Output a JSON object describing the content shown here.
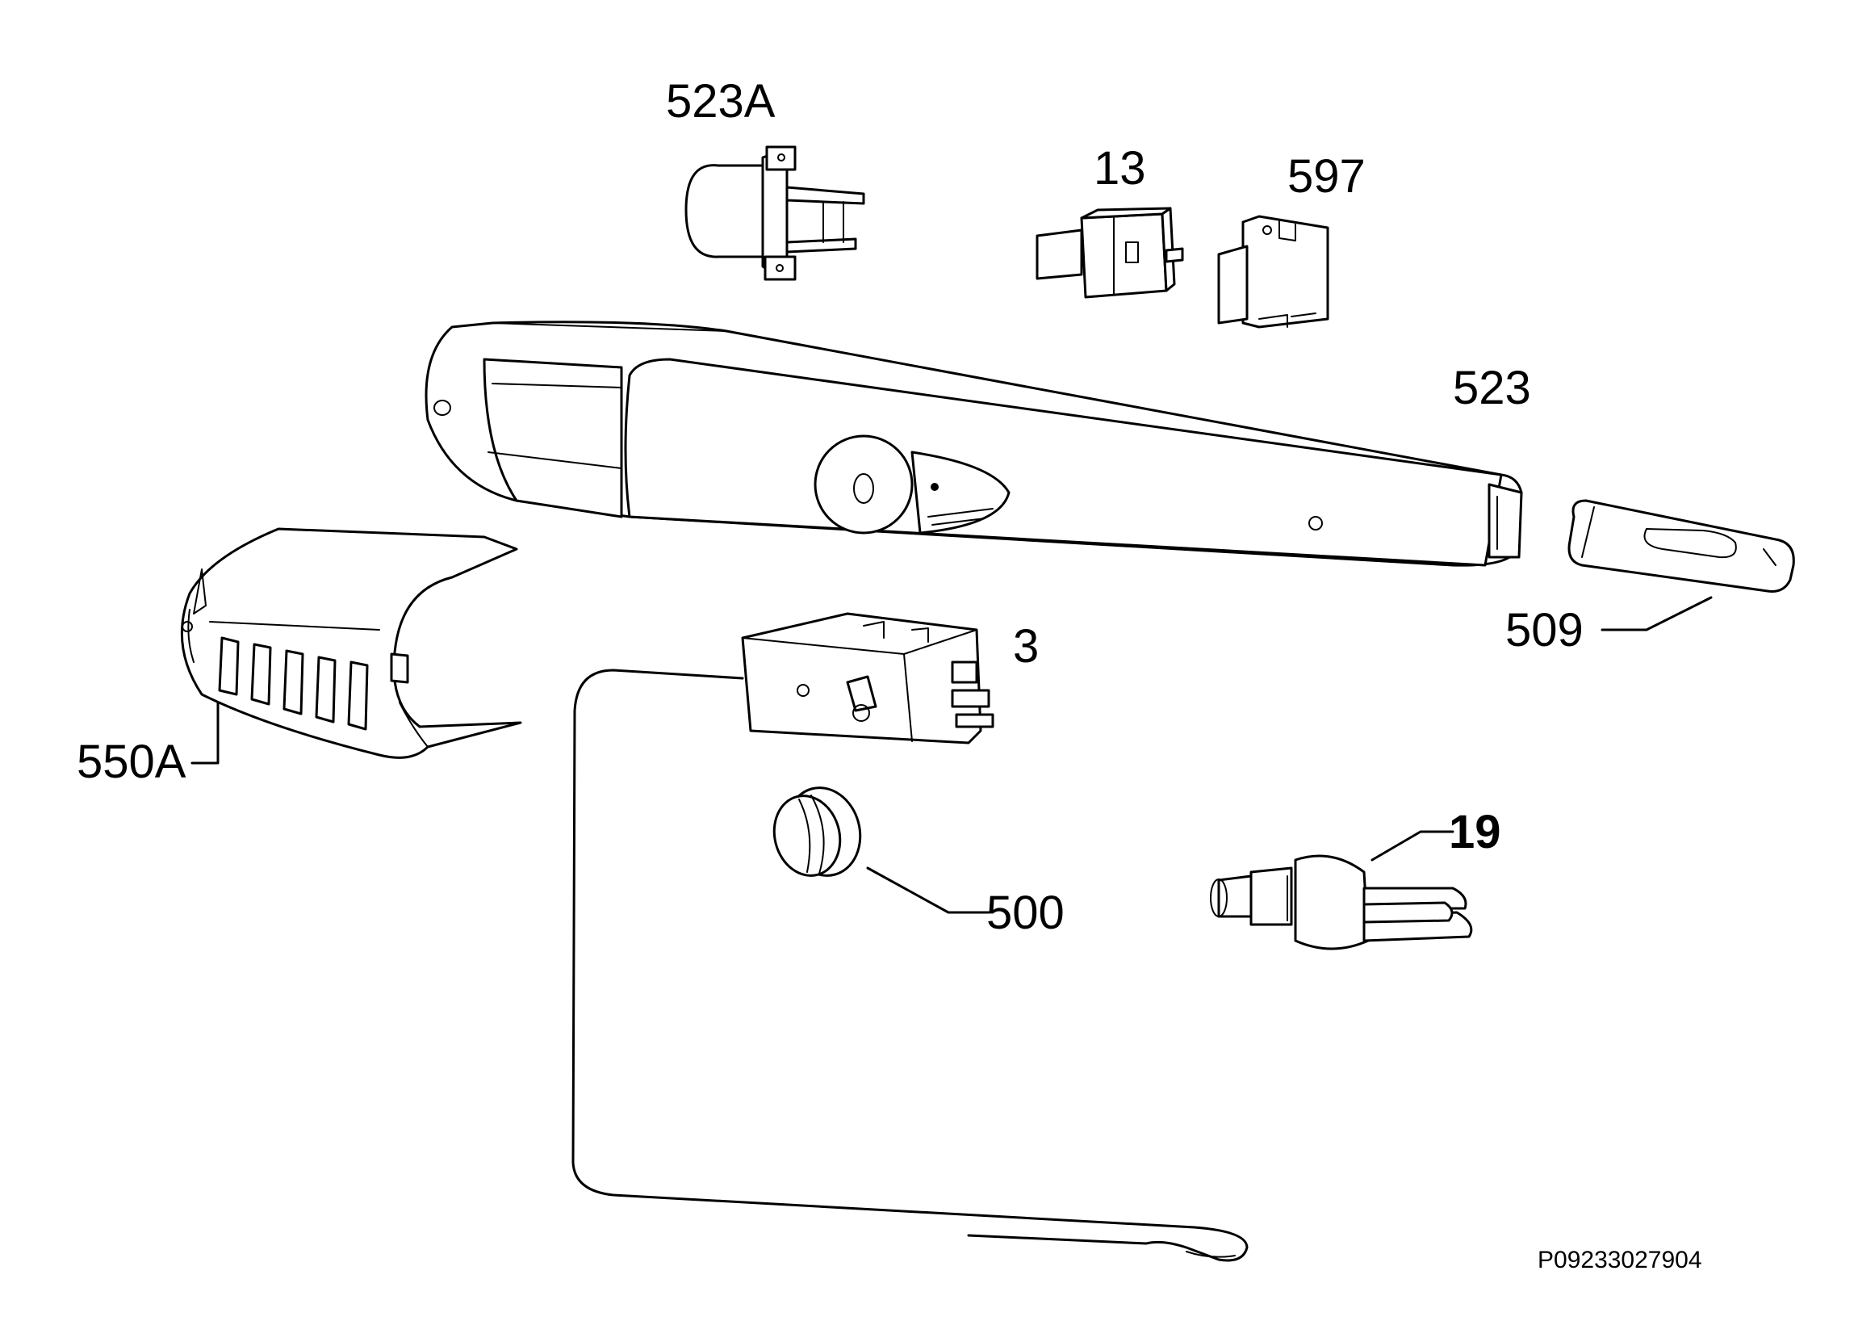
{
  "diagram": {
    "parts": [
      {
        "id": "523A",
        "label": "523A"
      },
      {
        "id": "13",
        "label": "13"
      },
      {
        "id": "597",
        "label": "597"
      },
      {
        "id": "523",
        "label": "523"
      },
      {
        "id": "509",
        "label": "509"
      },
      {
        "id": "3",
        "label": "3"
      },
      {
        "id": "550A",
        "label": "550A"
      },
      {
        "id": "500",
        "label": "500"
      },
      {
        "id": "19",
        "label": "19"
      }
    ],
    "drawing_code": "P09233027904"
  }
}
